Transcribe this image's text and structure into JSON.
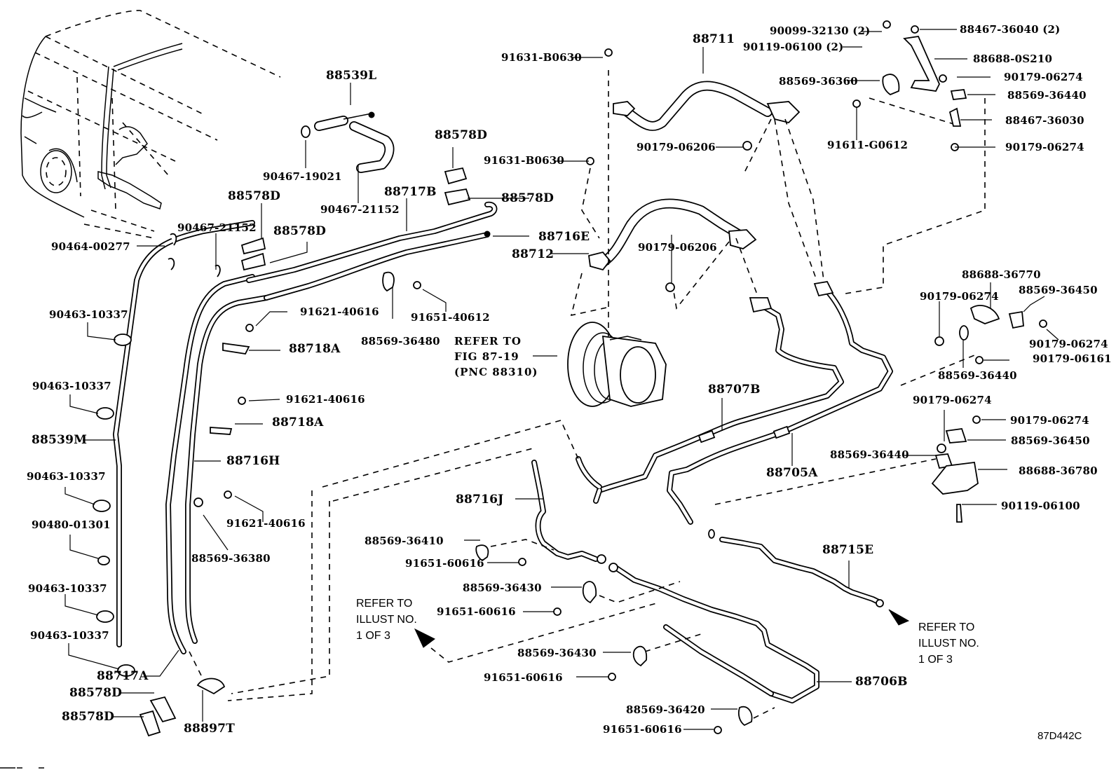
{
  "diagram": {
    "title_code": "87D442C",
    "colors": {
      "line": "#000000",
      "background": "#ffffff"
    },
    "labels": [
      {
        "id": "l01",
        "text": "88539L"
      },
      {
        "id": "l02",
        "text": "90467-19021"
      },
      {
        "id": "l03",
        "text": "90467-21152"
      },
      {
        "id": "l04",
        "text": "88578D"
      },
      {
        "id": "l05",
        "text": "90467-21152"
      },
      {
        "id": "l06",
        "text": "88578D"
      },
      {
        "id": "l07",
        "text": "90464-00277"
      },
      {
        "id": "l08",
        "text": "88578D"
      },
      {
        "id": "l09",
        "text": "88717B"
      },
      {
        "id": "l10",
        "text": "88578D"
      },
      {
        "id": "l11",
        "text": "91631-B0630"
      },
      {
        "id": "l12",
        "text": "88716E"
      },
      {
        "id": "l13",
        "text": "88712"
      },
      {
        "id": "l14",
        "text": "91631-B0630"
      },
      {
        "id": "l15",
        "text": "88711"
      },
      {
        "id": "l16",
        "text": "90179-06206"
      },
      {
        "id": "l17",
        "text": "90179-06206"
      },
      {
        "id": "l18",
        "text": "90099-32130 (2)"
      },
      {
        "id": "l19",
        "text": "90119-06100 (2)"
      },
      {
        "id": "l20",
        "text": "88467-36040 (2)"
      },
      {
        "id": "l21",
        "text": "88688-0S210"
      },
      {
        "id": "l22",
        "text": "88569-36360"
      },
      {
        "id": "l23",
        "text": "90179-06274"
      },
      {
        "id": "l24",
        "text": "88569-36440"
      },
      {
        "id": "l25",
        "text": "88467-36030"
      },
      {
        "id": "l26",
        "text": "91611-G0612"
      },
      {
        "id": "l27",
        "text": "90179-06274"
      },
      {
        "id": "l28",
        "text": "90463-10337"
      },
      {
        "id": "l29",
        "text": "91621-40616"
      },
      {
        "id": "l30",
        "text": "88569-36480"
      },
      {
        "id": "l31",
        "text": "91651-40612"
      },
      {
        "id": "l32",
        "text": "88718A"
      },
      {
        "id": "l33",
        "text": "90463-10337"
      },
      {
        "id": "l34",
        "text": "91621-40616"
      },
      {
        "id": "l35",
        "text": "88718A"
      },
      {
        "id": "l36",
        "text": "88539M"
      },
      {
        "id": "l37",
        "text": "88716H"
      },
      {
        "id": "l38",
        "text": "90463-10337"
      },
      {
        "id": "l39",
        "text": "91621-40616"
      },
      {
        "id": "l40",
        "text": "90480-01301"
      },
      {
        "id": "l41",
        "text": "88569-36380"
      },
      {
        "id": "l42",
        "text": "90463-10337"
      },
      {
        "id": "l43",
        "text": "90463-10337"
      },
      {
        "id": "l44",
        "text": "88717A"
      },
      {
        "id": "l45",
        "text": "88578D"
      },
      {
        "id": "l46",
        "text": "88578D"
      },
      {
        "id": "l47",
        "text": "88897T"
      },
      {
        "id": "l48",
        "text": "88688-36770"
      },
      {
        "id": "l49",
        "text": "90179-06274"
      },
      {
        "id": "l50",
        "text": "88569-36450"
      },
      {
        "id": "l51",
        "text": "90179-06274"
      },
      {
        "id": "l52",
        "text": "90179-06161"
      },
      {
        "id": "l53",
        "text": "88569-36440"
      },
      {
        "id": "l54",
        "text": "88707B"
      },
      {
        "id": "l55",
        "text": "90179-06274"
      },
      {
        "id": "l56",
        "text": "90179-06274"
      },
      {
        "id": "l57",
        "text": "88569-36450"
      },
      {
        "id": "l58",
        "text": "88569-36440"
      },
      {
        "id": "l59",
        "text": "88688-36780"
      },
      {
        "id": "l60",
        "text": "88705A"
      },
      {
        "id": "l61",
        "text": "90119-06100"
      },
      {
        "id": "l62",
        "text": "88716J"
      },
      {
        "id": "l63",
        "text": "88569-36410"
      },
      {
        "id": "l64",
        "text": "91651-60616"
      },
      {
        "id": "l65",
        "text": "88569-36430"
      },
      {
        "id": "l66",
        "text": "91651-60616"
      },
      {
        "id": "l67",
        "text": "88715E"
      },
      {
        "id": "l68",
        "text": "88569-36430"
      },
      {
        "id": "l69",
        "text": "91651-60616"
      },
      {
        "id": "l70",
        "text": "88706B"
      },
      {
        "id": "l71",
        "text": "88569-36420"
      },
      {
        "id": "l72",
        "text": "91651-60616"
      }
    ],
    "notes": {
      "compressor_ref": "REFER TO\nFIG 87-19\n(PNC 88310)",
      "refer_left": "REFER TO\nILLUST NO.\n1 OF 3",
      "refer_right": "REFER TO\nILLUST NO.\n1 OF 3"
    }
  }
}
